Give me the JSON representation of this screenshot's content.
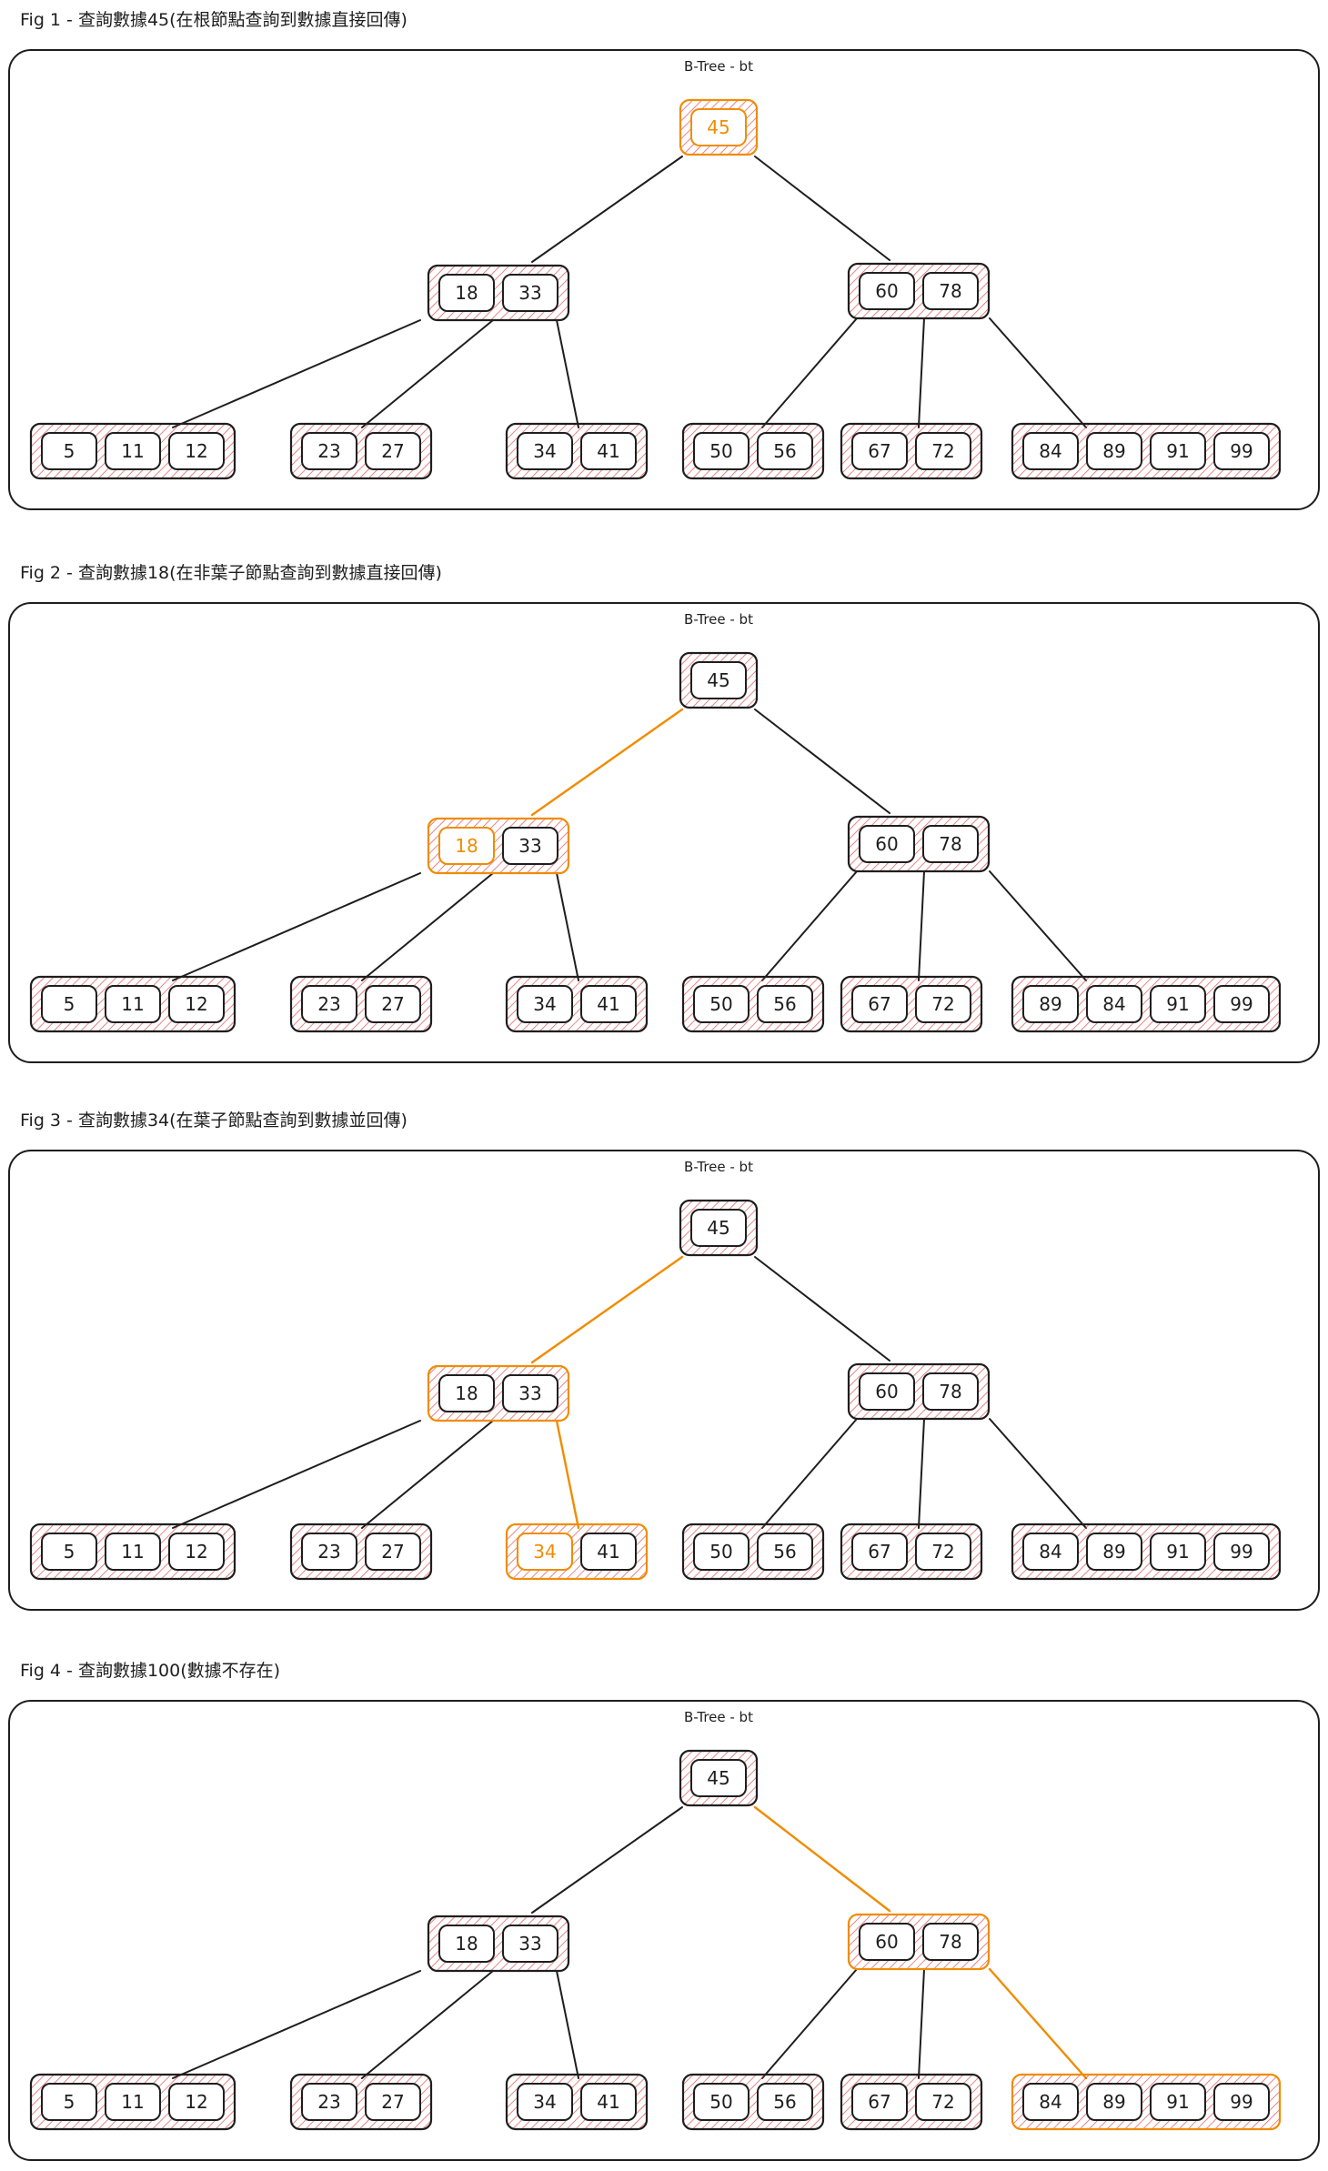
{
  "colors": {
    "ink": "#1e1e1e",
    "hatch": "#e03131",
    "highlight": "#f08c00",
    "background": "#ffffff"
  },
  "figures": [
    {
      "caption": "Fig 1 - 查詢數據45(在根節點查詢到數據直接回傳)",
      "tree_label": "B-Tree - bt",
      "nodes": {
        "root": [
          "45"
        ],
        "left": [
          "18",
          "33"
        ],
        "right": [
          "60",
          "78"
        ],
        "l1": [
          "5",
          "11",
          "12"
        ],
        "l2": [
          "23",
          "27"
        ],
        "l3": [
          "34",
          "41"
        ],
        "l4": [
          "50",
          "56"
        ],
        "l5": [
          "67",
          "72"
        ],
        "l6": [
          "84",
          "89",
          "91",
          "99"
        ]
      },
      "highlight_nodes": [
        "root"
      ],
      "highlight_keys": [
        "root:0"
      ],
      "highlight_edges": []
    },
    {
      "caption": "Fig 2 - 查詢數據18(在非葉子節點查詢到數據直接回傳)",
      "tree_label": "B-Tree - bt",
      "nodes": {
        "root": [
          "45"
        ],
        "left": [
          "18",
          "33"
        ],
        "right": [
          "60",
          "78"
        ],
        "l1": [
          "5",
          "11",
          "12"
        ],
        "l2": [
          "23",
          "27"
        ],
        "l3": [
          "34",
          "41"
        ],
        "l4": [
          "50",
          "56"
        ],
        "l5": [
          "67",
          "72"
        ],
        "l6": [
          "89",
          "84",
          "91",
          "99"
        ]
      },
      "highlight_nodes": [
        "left"
      ],
      "highlight_keys": [
        "left:0"
      ],
      "highlight_edges": [
        "root-left"
      ]
    },
    {
      "caption": "Fig 3 - 查詢數據34(在葉子節點查詢到數據並回傳)",
      "tree_label": "B-Tree - bt",
      "nodes": {
        "root": [
          "45"
        ],
        "left": [
          "18",
          "33"
        ],
        "right": [
          "60",
          "78"
        ],
        "l1": [
          "5",
          "11",
          "12"
        ],
        "l2": [
          "23",
          "27"
        ],
        "l3": [
          "34",
          "41"
        ],
        "l4": [
          "50",
          "56"
        ],
        "l5": [
          "67",
          "72"
        ],
        "l6": [
          "84",
          "89",
          "91",
          "99"
        ]
      },
      "highlight_nodes": [
        "left",
        "l3"
      ],
      "highlight_keys": [
        "l3:0"
      ],
      "highlight_edges": [
        "root-left",
        "left-l3"
      ]
    },
    {
      "caption": "Fig 4 - 查詢數據100(數據不存在)",
      "tree_label": "B-Tree - bt",
      "nodes": {
        "root": [
          "45"
        ],
        "left": [
          "18",
          "33"
        ],
        "right": [
          "60",
          "78"
        ],
        "l1": [
          "5",
          "11",
          "12"
        ],
        "l2": [
          "23",
          "27"
        ],
        "l3": [
          "34",
          "41"
        ],
        "l4": [
          "50",
          "56"
        ],
        "l5": [
          "67",
          "72"
        ],
        "l6": [
          "84",
          "89",
          "91",
          "99"
        ]
      },
      "highlight_nodes": [
        "right",
        "l6"
      ],
      "highlight_keys": [],
      "highlight_edges": [
        "root-right",
        "right-l6"
      ]
    }
  ]
}
